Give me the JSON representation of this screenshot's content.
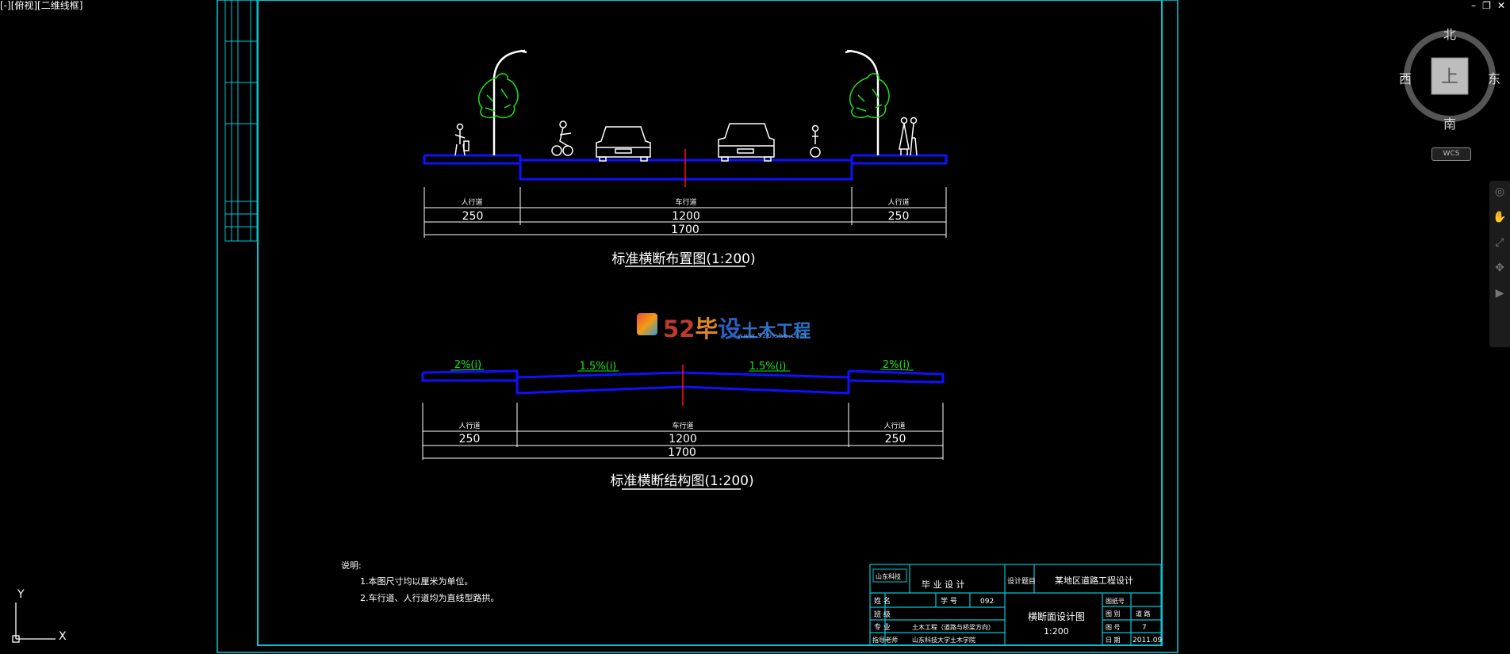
{
  "viewport": {
    "label": "[-][俯视][二维线框]"
  },
  "window_buttons": {
    "minimize": "–",
    "restore": "❐",
    "close": "✕"
  },
  "viewcube": {
    "north": "北",
    "south": "南",
    "east": "东",
    "west": "西",
    "top": "上",
    "wcs": "WCS"
  },
  "ucs": {
    "x": "X",
    "y": "Y"
  },
  "section1": {
    "title": "标准横断布置图(1:200)",
    "labels": {
      "left": "人行道",
      "mid": "车行道",
      "right": "人行道"
    },
    "dims": {
      "left": "250",
      "mid": "1200",
      "right": "250",
      "total": "1700"
    }
  },
  "section2": {
    "title": "标准横断结构图(1:200)",
    "slopes": {
      "left": "2%(i)",
      "midleft": "1.5%(i)",
      "midright": "1.5%(i)",
      "right": "2%(i)"
    },
    "labels": {
      "left": "人行道",
      "mid": "车行道",
      "right": "人行道"
    },
    "dims": {
      "left": "250",
      "mid": "1200",
      "right": "250",
      "total": "1700"
    }
  },
  "watermark": {
    "text_a": "52",
    "text_b": "毕",
    "text_c": "设",
    "text_d": "土木工程",
    "url": "www.52bishe.com"
  },
  "notes": {
    "heading": "说明:",
    "line1": "1.本图尺寸均以厘米为单位。",
    "line2": "2.车行道、人行道均为直线型路拱。"
  },
  "title_block": {
    "school_logo": "山东科技",
    "project_type": "毕 业 设 计",
    "subject_label": "设计题目",
    "subject": "某地区道路工程设计",
    "name_label": "姓 名",
    "id_label": "学 号",
    "id_value": "092",
    "class_label": "班 级",
    "major_label": "专 业",
    "major_value": "土木工程（道路与桥梁方向）",
    "college_label": "指导老师",
    "college_value": "山东科技大学土木学院",
    "drawing_name": "横断面设计图",
    "drawing_scale": "1:200",
    "sheet_label": "图纸号",
    "review_label": "图 别",
    "review_value": "道 路",
    "page_label": "图 号",
    "page_value": "7",
    "date_label": "日 期",
    "date_value": "2011.09"
  },
  "colors": {
    "cyan": "#00c8d8",
    "green": "#19e619",
    "blue": "#1010ff",
    "red": "#ff1010",
    "white": "#ffffff"
  }
}
